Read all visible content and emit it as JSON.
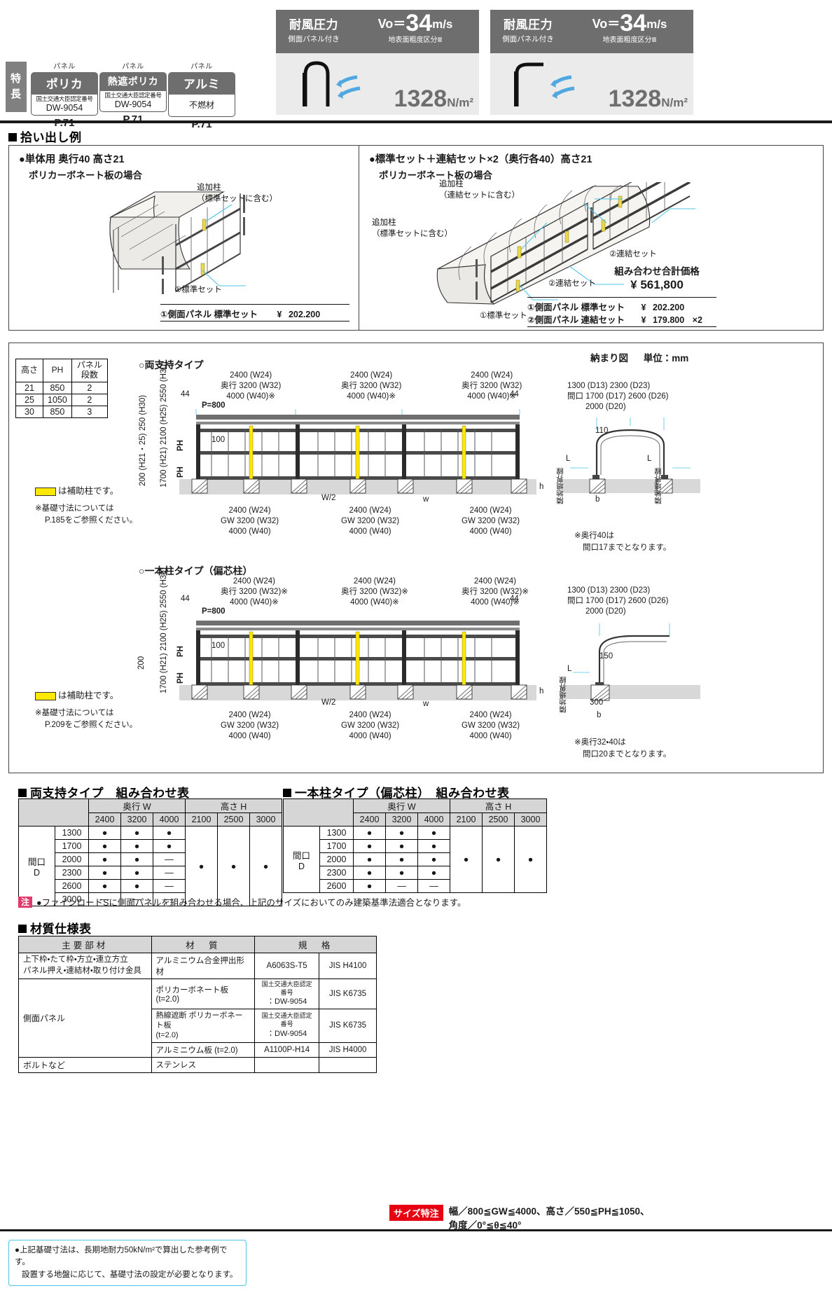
{
  "features": {
    "tab_label_chars": [
      "特",
      "長"
    ],
    "panels": [
      {
        "kicker": "パネル",
        "title": "ポリカ",
        "cert_label": "国土交通大臣認定番号",
        "cert_value": "DW-9054",
        "page": "P.71"
      },
      {
        "kicker": "パネル",
        "title": "熱遮ポリカ",
        "cert_label": "国土交通大臣認定番号",
        "cert_value": "DW-9054",
        "page": "P.71"
      },
      {
        "kicker": "パネル",
        "title": "アルミ",
        "cert_single": "不燃材",
        "page": "P.71"
      }
    ]
  },
  "wind": [
    {
      "title": "耐風圧力",
      "subtitle": "側面パネル付き",
      "vo_prefix": "Vo＝",
      "vo_value": "34",
      "vo_unit": "m/s",
      "roughness": "地表面粗度区分Ⅲ",
      "pressure_value": "1328",
      "pressure_unit": "N/m²",
      "icon": "arch-carport-icon"
    },
    {
      "title": "耐風圧力",
      "subtitle": "側面パネル付き",
      "vo_prefix": "Vo＝",
      "vo_value": "34",
      "vo_unit": "m/s",
      "roughness": "地表面粗度区分Ⅲ",
      "pressure_value": "1328",
      "pressure_unit": "N/m²",
      "icon": "cantilever-carport-icon"
    }
  ],
  "pickup": {
    "heading": "拾い出し例",
    "left": {
      "title": "●単体用 奥行40 高さ21",
      "subtitle": "ポリカーボネート板の場合",
      "callout_post": "追加柱",
      "callout_post_sub": "（標準セットに含む）",
      "callout_set": "①標準セット",
      "price_label": "①側面パネル 標準セット",
      "price_yen": "¥",
      "price_value": "202.200"
    },
    "right": {
      "title": "●標準セット＋連結セット×2（奥行各40）高さ21",
      "subtitle": "ポリカーボネート板の場合",
      "callout_post_a": "追加柱",
      "callout_post_a_sub": "（連結セットに含む）",
      "callout_post_b": "追加柱",
      "callout_post_b_sub": "（標準セットに含む）",
      "callout_set1": "①標準セット",
      "callout_set2a": "②連結セット",
      "callout_set2b": "②連結セット",
      "total_label": "組み合わせ合計価格",
      "total_yen": "¥ 561,800",
      "rows": [
        {
          "label": "①側面パネル 標準セット",
          "yen": "¥",
          "value": "202.200",
          "mult": ""
        },
        {
          "label": "②側面パネル 連結セット",
          "yen": "¥",
          "value": "179.800",
          "mult": "×2"
        }
      ]
    }
  },
  "drawing": {
    "fit_title": "納まり図",
    "unit_title": "単位：mm",
    "ph_table": {
      "headers": [
        "高さ",
        "PH",
        "パネル\n段数"
      ],
      "header_panel_l1": "パネル",
      "header_panel_l2": "段数",
      "rows": [
        [
          "21",
          "850",
          "2"
        ],
        [
          "25",
          "1050",
          "2"
        ],
        [
          "30",
          "850",
          "3"
        ]
      ]
    },
    "both_support": {
      "type_label": "○両支持タイプ",
      "top_dims": [
        {
          "l1": "2400 (W24)",
          "l2": "奥行 3200 (W32)",
          "l3": "4000 (W40)※"
        },
        {
          "l1": "2400 (W24)",
          "l2": "奥行 3200 (W32)",
          "l3": "4000 (W40)※"
        },
        {
          "l1": "2400 (W24)",
          "l2": "奥行 3200 (W32)",
          "l3": "4000 (W40)※"
        }
      ],
      "edge_left": "44",
      "edge_right": "44",
      "p_label": "P=800",
      "hundred": "100",
      "vert_left_l1": "200 (H21・25)",
      "vert_left_l2": "250 (H30)",
      "vert_mid_l1": "1700 (H21)",
      "vert_mid_l2": "2100 (H25)",
      "vert_mid_l3": "2550 (H30)",
      "ph_a": "PH",
      "ph_b": "PH",
      "w_half": "W/2",
      "w_mark": "w",
      "h_mark": "h",
      "bottom_dims": [
        {
          "l1": "2400 (W24)",
          "l2": "GW 3200 (W32)",
          "l3": "4000 (W40)"
        },
        {
          "l1": "2400 (W24)",
          "l2": "GW 3200 (W32)",
          "l3": "4000 (W40)"
        },
        {
          "l1": "2400 (W24)",
          "l2": "GW 3200 (W32)",
          "l3": "4000 (W40)"
        }
      ],
      "yellow_note": "は補助柱です。",
      "basis_note_l1": "※基礎寸法については",
      "basis_note_l2": "P.185をご参照ください。",
      "section": {
        "dims_l1": "1300 (D13) 2300 (D23)",
        "dims_l2": "間口 1700 (D17) 2600 (D26)",
        "dims_l3": "2000 (D20)",
        "top_mark": "110",
        "b_mark": "b",
        "l_mark_left": "L",
        "l_mark_right": "L",
        "border_left": "隣地境界線",
        "border_right": "隣地境界線",
        "note_l1": "※奥行40は",
        "note_l2": "間口17までとなります。"
      }
    },
    "single_post": {
      "type_label": "○一本柱タイプ（偏芯柱）",
      "top_dims": [
        {
          "l1": "2400 (W24)",
          "l2": "奥行 3200 (W32)※",
          "l3": "4000 (W40)※"
        },
        {
          "l1": "2400 (W24)",
          "l2": "奥行 3200 (W32)※",
          "l3": "4000 (W40)※"
        },
        {
          "l1": "2400 (W24)",
          "l2": "奥行 3200 (W32)※",
          "l3": "4000 (W40)※"
        }
      ],
      "edge_left": "44",
      "edge_right": "44",
      "p_label": "P=800",
      "hundred": "100",
      "vert_left": "200",
      "vert_mid_l1": "1700 (H21)",
      "vert_mid_l2": "2100 (H25)",
      "vert_mid_l3": "2550 (H30)",
      "ph_a": "PH",
      "ph_b": "PH",
      "w_half": "W/2",
      "w_mark": "w",
      "h_mark": "h",
      "bottom_dims": [
        {
          "l1": "2400 (W24)",
          "l2": "GW 3200 (W32)",
          "l3": "4000 (W40)"
        },
        {
          "l1": "2400 (W24)",
          "l2": "GW 3200 (W32)",
          "l3": "4000 (W40)"
        },
        {
          "l1": "2400 (W24)",
          "l2": "GW 3200 (W32)",
          "l3": "4000 (W40)"
        }
      ],
      "yellow_note": "は補助柱です。",
      "basis_note_l1": "※基礎寸法については",
      "basis_note_l2": "P.209をご参照ください。",
      "section": {
        "dims_l1": "1300 (D13) 2300 (D23)",
        "dims_l2": "間口 1700 (D17) 2600 (D26)",
        "dims_l3": "2000 (D20)",
        "top_mark": "150",
        "b_mark": "b",
        "base_mark": "300",
        "l_mark": "L",
        "border_left": "隣地境界線",
        "note_l1": "※奥行32・40は",
        "note_l2": "間口20までとなります。"
      }
    }
  },
  "combo_tables": [
    {
      "heading": "両支持タイプ　組み合わせ表",
      "group_w": "奥行 W",
      "group_h": "高さ H",
      "w_cols": [
        "2400",
        "3200",
        "4000"
      ],
      "h_cols": [
        "2100",
        "2500",
        "3000"
      ],
      "row_label_l1": "間口",
      "row_label_l2": "D",
      "rows": [
        {
          "d": "1300",
          "w": [
            "●",
            "●",
            "●"
          ]
        },
        {
          "d": "1700",
          "w": [
            "●",
            "●",
            "●"
          ]
        },
        {
          "d": "2000",
          "w": [
            "●",
            "●",
            "—"
          ]
        },
        {
          "d": "2300",
          "w": [
            "●",
            "●",
            "—"
          ]
        },
        {
          "d": "2600",
          "w": [
            "●",
            "●",
            "—"
          ]
        },
        {
          "d": "3000",
          "w": [
            "—",
            "—",
            "—"
          ]
        }
      ],
      "h_values": [
        "●",
        "●",
        "●"
      ]
    },
    {
      "heading": "一本柱タイプ（偏芯柱）　組み合わせ表",
      "group_w": "奥行 W",
      "group_h": "高さ H",
      "w_cols": [
        "2400",
        "3200",
        "4000"
      ],
      "h_cols": [
        "2100",
        "2500",
        "3000"
      ],
      "row_label_l1": "間口",
      "row_label_l2": "D",
      "rows": [
        {
          "d": "1300",
          "w": [
            "●",
            "●",
            "●"
          ]
        },
        {
          "d": "1700",
          "w": [
            "●",
            "●",
            "●"
          ]
        },
        {
          "d": "2000",
          "w": [
            "●",
            "●",
            "●"
          ]
        },
        {
          "d": "2300",
          "w": [
            "●",
            "●",
            "●"
          ]
        },
        {
          "d": "2600",
          "w": [
            "●",
            "—",
            "—"
          ]
        }
      ],
      "h_values": [
        "●",
        "●",
        "●"
      ]
    }
  ],
  "warning": {
    "badge": "注",
    "text": "●ファインロードSに側面パネルを組み合わせる場合、上記のサイズにおいてのみ建築基準法適合となります。"
  },
  "material": {
    "heading": "材質仕様表",
    "headers": [
      "主要部材",
      "材　質",
      "規　格"
    ],
    "rows": [
      {
        "part_l1": "上下枠・たて枠・方立・連立方立",
        "part_l2": "パネル押え・連結材・取り付け金具",
        "material": "アルミニウム合金押出形材",
        "spec": "A6063S-T5",
        "jis": "JIS H4100"
      },
      {
        "part_l1": "側面パネル",
        "part_l2": "",
        "material": "ポリカーボネート板 (t=2.0)",
        "spec_l1": "国土交通大臣認定番号",
        "spec_l2": "：DW-9054",
        "jis": "JIS K6735"
      },
      {
        "part_l1": "",
        "part_l2": "",
        "material_l1": "熱線遮断 ポリカーボネート板",
        "material_l2": "(t=2.0)",
        "spec_l1": "国土交通大臣認定番号",
        "spec_l2": "：DW-9054",
        "jis": "JIS K6735"
      },
      {
        "part_l1": "",
        "part_l2": "",
        "material": "アルミニウム板 (t=2.0)",
        "spec": "A1100P-H14",
        "jis": "JIS H4000"
      },
      {
        "part_l1": "ボルトなど",
        "part_l2": "",
        "material": "ステンレス",
        "spec": "",
        "jis": ""
      }
    ]
  },
  "size_special": {
    "badge": "サイズ特注",
    "line1": "幅／800≦GW≦4000、高さ／550≦PH≦1050、",
    "line2": "角度／0°≦θ≦40°"
  },
  "footer": {
    "line1": "●上記基礎寸法は、長期地耐力50kN/m²で算出した参考例です。",
    "line2": "設置する地盤に応じて、基礎寸法の設定が必要となります。"
  },
  "colors": {
    "gray_tab": "#6e6e6e",
    "wind_bg": "#ebebeb",
    "accent_blue": "#4fc3e8",
    "red_badge": "#e60012",
    "pink_badge": "#e03a6d",
    "yellow": "#ffe800",
    "table_header": "#d6d6d6"
  }
}
